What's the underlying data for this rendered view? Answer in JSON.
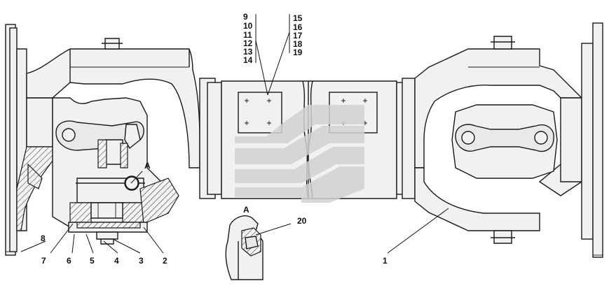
{
  "diagram": {
    "callouts_top_left": [
      "9",
      "10",
      "11",
      "12",
      "13",
      "14"
    ],
    "callouts_top_right": [
      "15",
      "16",
      "17",
      "18",
      "19"
    ],
    "callouts_bottom": [
      {
        "id": "callout-7",
        "label": "7"
      },
      {
        "id": "callout-6",
        "label": "6"
      },
      {
        "id": "callout-5",
        "label": "5"
      },
      {
        "id": "callout-4",
        "label": "4"
      },
      {
        "id": "callout-3",
        "label": "3"
      },
      {
        "id": "callout-2",
        "label": "2"
      },
      {
        "id": "callout-1",
        "label": "1"
      }
    ],
    "callout_8": "8",
    "callout_20": "20",
    "detail_label": "A",
    "detail_view_label": "A"
  },
  "colors": {
    "line": "#1a1a1a",
    "fill": "#f1f1f1",
    "watermark": "#cfd3cf"
  }
}
